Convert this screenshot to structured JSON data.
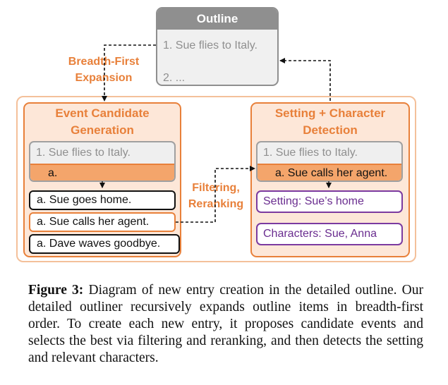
{
  "outline": {
    "title": "Outline",
    "item1": "1. Sue flies to Italy.",
    "item2": "2. ..."
  },
  "labels": {
    "breadth_line1": "Breadth-First",
    "breadth_line2": "Expansion",
    "filter_line1": "Filtering,",
    "filter_line2": "Reranking"
  },
  "event_panel": {
    "title_line1": "Event Candidate",
    "title_line2": "Generation",
    "parent_item": "1. Sue flies to Italy.",
    "new_item": "a.",
    "candidates": [
      "a. Sue goes home.",
      "a. Sue calls her agent.",
      "a. Dave waves goodbye."
    ]
  },
  "setting_panel": {
    "title_line1": "Setting + Character",
    "title_line2": "Detection",
    "parent_item": "1. Sue flies to Italy.",
    "selected_item": "a. Sue calls her agent.",
    "setting": "Setting: Sue’s home",
    "characters": "Characters: Sue, Anna"
  },
  "caption": {
    "label": "Figure 3:",
    "text": " Diagram of new entry creation in the detailed outline. Our detailed outliner recursively expands outline items in breadth-first order. To create each new entry, it proposes candidate events and selects the best via filtering and reranking, and then detects the setting and relevant characters."
  },
  "colors": {
    "orange": "#e8803a",
    "orange_fill": "#fde7d8",
    "gray": "#8f8f8f",
    "purple": "#7b3aa0"
  }
}
